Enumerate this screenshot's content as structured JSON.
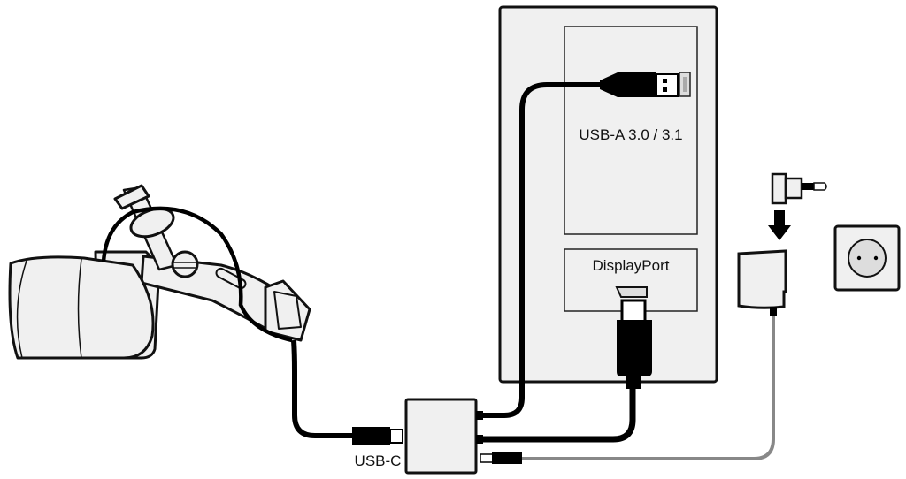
{
  "labels": {
    "usb_a": "USB-A 3.0 / 3.1",
    "displayport": "DisplayPort",
    "usb_c": "USB-C"
  },
  "colors": {
    "outline": "#111111",
    "fill": "#f0f0f0",
    "cable": "#000000",
    "power_cable": "#8a8a8a"
  },
  "components": [
    "vr-headset",
    "pc-tower",
    "link-box-hub",
    "power-adapter",
    "plug-adapter",
    "wall-socket"
  ]
}
